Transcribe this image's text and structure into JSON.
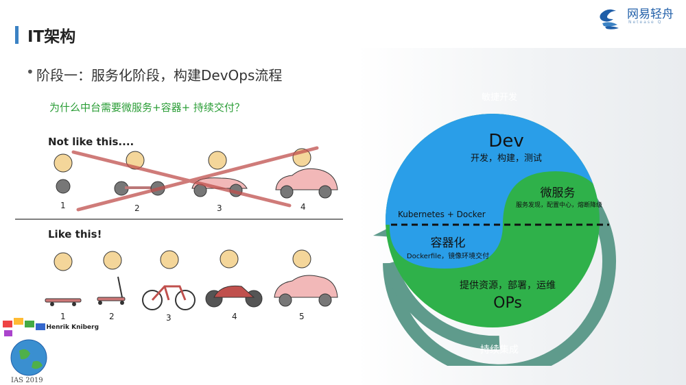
{
  "header": {
    "title": "IT架构",
    "logo_text": "网易轻舟",
    "logo_subtext": "Netease Q"
  },
  "content": {
    "bullet_marker": "•",
    "bullet": "阶段一：服务化阶段，构建DevOps流程",
    "question": "为什么中台需要微服务+容器+ 持续交付？"
  },
  "mvp_image": {
    "not_like_label": "Not like this....",
    "like_label": "Like this!",
    "top_steps": [
      "1",
      "2",
      "3",
      "4"
    ],
    "bottom_steps": [
      "1",
      "2",
      "3",
      "4",
      "5"
    ],
    "credit": "by Henrik Kniberg"
  },
  "ias_logo": {
    "text": "IAS 2019"
  },
  "devops_diagram": {
    "outer_top": "敏捷开发",
    "outer_bottom": "持续集成",
    "dev_title": "Dev",
    "dev_sub": "开发，构建，测试",
    "micro_title": "微服务",
    "micro_sub": "服务发现，配置中心，熔断降级",
    "k8s_label": "Kubernetes  +  Docker",
    "container_title": "容器化",
    "container_sub": "Dockerfile，镜像环境交付",
    "ops_sub": "提供资源，部署，运维",
    "ops_title": "OPs",
    "colors": {
      "dev": "#2a9ee8",
      "ops": "#2fb14a",
      "ring": "#5f9b8c"
    }
  }
}
